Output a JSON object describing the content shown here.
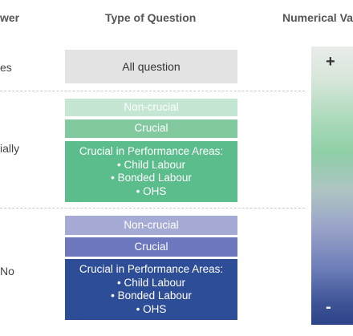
{
  "headers": {
    "answer": "wer",
    "type_of_question": "Type of Question",
    "numerical_value": "Numerical Va"
  },
  "rows": {
    "yes": {
      "answer": "es",
      "question": "All question"
    },
    "partially": {
      "answer": "ially",
      "non_crucial": "Non-crucial",
      "crucial": "Crucial",
      "performance_title": "Crucial in Performance Areas:",
      "performance_items": [
        "• Child Labour",
        "• Bonded Labour",
        "• OHS"
      ]
    },
    "no": {
      "answer": "No",
      "non_crucial": "Non-crucial",
      "crucial": "Crucial",
      "performance_title": "Crucial in Performance Areas:",
      "performance_items": [
        "• Child Labour",
        "• Bonded Labour",
        "• OHS"
      ]
    }
  },
  "scale": {
    "plus": "+",
    "minus": "-"
  },
  "colors": {
    "all_question": "#e3e3e3",
    "partially_non_crucial": "#c4e6d2",
    "partially_crucial": "#82c9a0",
    "partially_performance": "#5bbd8c",
    "no_non_crucial": "#a6abd6",
    "no_crucial": "#6c77bd",
    "no_performance": "#2e4d97"
  }
}
